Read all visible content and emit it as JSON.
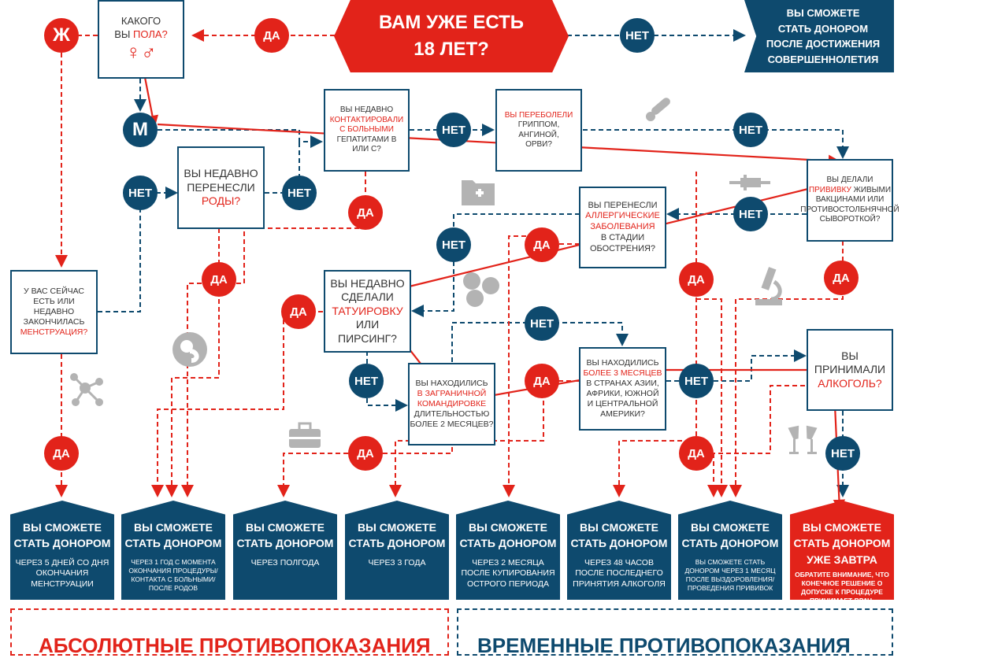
{
  "colors": {
    "red": "#e2231a",
    "blue": "#0e4a6e",
    "gray": "#aaaaaa"
  },
  "labels": {
    "yes": "ДА",
    "no": "НЕТ",
    "female": "Ж",
    "male": "М"
  },
  "top": {
    "question_line1": "ВАМ УЖЕ ЕСТЬ",
    "question_line2": "18 ЛЕТ?",
    "no_result": [
      "ВЫ СМОЖЕТЕ",
      "СТАТЬ ДОНОРОМ",
      "ПОСЛЕ ДОСТИЖЕНИЯ",
      "СОВЕРШЕННОЛЕТИЯ"
    ]
  },
  "questions": {
    "gender": {
      "line1": "КАКОГО",
      "line2_a": "ВЫ ",
      "line2_b": "ПОЛА?",
      "symbols": "♀♂"
    },
    "hepatitis": {
      "l1": "ВЫ НЕДАВНО",
      "l2": "КОНТАКТИРОВАЛИ",
      "l3": "С БОЛЬНЫМИ",
      "l4": "ГЕПАТИТАМИ В",
      "l5": "ИЛИ С?"
    },
    "flu": {
      "l1": "ВЫ ПЕРЕБОЛЕЛИ",
      "l2": "ГРИППОМ, АНГИНОЙ,",
      "l3": "ОРВИ?"
    },
    "vaccine": {
      "l1a": "ВЫ ДЕЛАЛИ",
      "l2a": "ПРИВИВКУ",
      "l2b": " ЖИВЫМИ",
      "l3": "ВАКЦИНАМИ ИЛИ",
      "l4": "ПРОТИВОСТОЛБНЯЧНОЙ",
      "l5": "СЫВОРОТКОЙ?"
    },
    "birth": {
      "l1": "ВЫ НЕДАВНО",
      "l2": "ПЕРЕНЕСЛИ",
      "l3": "РОДЫ?"
    },
    "allergy": {
      "l1": "ВЫ ПЕРЕНЕСЛИ",
      "l2": "АЛЛЕРГИЧЕСКИЕ",
      "l3": "ЗАБОЛЕВАНИЯ",
      "l4": "В СТАДИИ",
      "l5": "ОБОСТРЕНИЯ?"
    },
    "menstruation": {
      "l1": "У ВАС СЕЙЧАС",
      "l2": "ЕСТЬ ИЛИ",
      "l3": "НЕДАВНО",
      "l4": "ЗАКОНЧИЛАСЬ",
      "l5": "МЕНСТРУАЦИЯ?"
    },
    "tattoo": {
      "l1": "ВЫ НЕДАВНО",
      "l2": "СДЕЛАЛИ",
      "l3": "ТАТУИРОВКУ",
      "l4": "ИЛИ ПИРСИНГ?"
    },
    "trip": {
      "l1": "ВЫ НАХОДИЛИСЬ",
      "l2": "В ЗАГРАНИЧНОЙ",
      "l3": "КОМАНДИРОВКЕ",
      "l4": "ДЛИТЕЛЬНОСТЬЮ",
      "l5": "БОЛЕЕ 2 МЕСЯЦЕВ?"
    },
    "regions": {
      "l1": "ВЫ НАХОДИЛИСЬ",
      "l2": "БОЛЕЕ 3 МЕСЯЦЕВ",
      "l3": "В СТРАНАХ АЗИИ,",
      "l4": "АФРИКИ, ЮЖНОЙ",
      "l5": "И ЦЕНТРАЛЬНОЙ",
      "l6": "АМЕРИКИ?"
    },
    "alcohol": {
      "l1": "ВЫ ПРИНИМАЛИ",
      "l2": "АЛКОГОЛЬ?"
    }
  },
  "results": [
    {
      "t1": "ВЫ СМОЖЕТЕ",
      "t2": "СТАТЬ ДОНОРОМ",
      "sub": "ЧЕРЕЗ 5 ДНЕЙ СО ДНЯ ОКОНЧАНИЯ МЕНСТРУАЦИИ"
    },
    {
      "t1": "ВЫ СМОЖЕТЕ",
      "t2": "СТАТЬ ДОНОРОМ",
      "sub": "ЧЕРЕЗ 1 ГОД С МОМЕНТА ОКОНЧАНИЯ ПРОЦЕДУРЫ/ КОНТАКТА С БОЛЬНЫМИ/ ПОСЛЕ РОДОВ"
    },
    {
      "t1": "ВЫ СМОЖЕТЕ",
      "t2": "СТАТЬ ДОНОРОМ",
      "sub": "ЧЕРЕЗ ПОЛГОДА"
    },
    {
      "t1": "ВЫ СМОЖЕТЕ",
      "t2": "СТАТЬ ДОНОРОМ",
      "sub": "ЧЕРЕЗ 3 ГОДА"
    },
    {
      "t1": "ВЫ СМОЖЕТЕ",
      "t2": "СТАТЬ ДОНОРОМ",
      "sub": "ЧЕРЕЗ 2 МЕСЯЦА ПОСЛЕ КУПИРОВАНИЯ ОСТРОГО ПЕРИОДА"
    },
    {
      "t1": "ВЫ СМОЖЕТЕ",
      "t2": "СТАТЬ ДОНОРОМ",
      "sub": "ЧЕРЕЗ 48 ЧАСОВ ПОСЛЕ ПОСЛЕДНЕГО ПРИНЯТИЯ АЛКОГОЛЯ"
    },
    {
      "t1": "ВЫ СМОЖЕТЕ",
      "t2": "СТАТЬ ДОНОРОМ",
      "sub": "ВЫ СМОЖЕТЕ СТАТЬ ДОНОРОМ ЧЕРЕЗ 1 МЕСЯЦ ПОСЛЕ ВЫЗДОРОВЛЕНИЯ/ ПРОВЕДЕНИЯ ПРИВИВОК"
    },
    {
      "t1": "ВЫ СМОЖЕТЕ",
      "t2": "СТАТЬ ДОНОРОМ",
      "t3": "УЖЕ ЗАВТРА",
      "sub": "ОБРАТИТЕ ВНИМАНИЕ, ЧТО КОНЕЧНОЕ РЕШЕНИЕ О ДОПУСКЕ К ПРОЦЕДУРЕ ПРИНИМАЕТ ВРАЧ-ТРАНСФУЗИОЛОГ"
    }
  ],
  "panels": {
    "absolute": "АБСОЛЮТНЫЕ ПРОТИВОПОКАЗАНИЯ",
    "temporary": "ВРЕМЕННЫЕ ПРОТИВОПОКАЗАНИЯ"
  },
  "icons": [
    "thermometer-icon",
    "syringe-icon",
    "folder-medical-icon",
    "cells-icon",
    "microscope-icon",
    "fetus-icon",
    "molecule-icon",
    "briefcase-icon",
    "wine-glasses-icon"
  ]
}
